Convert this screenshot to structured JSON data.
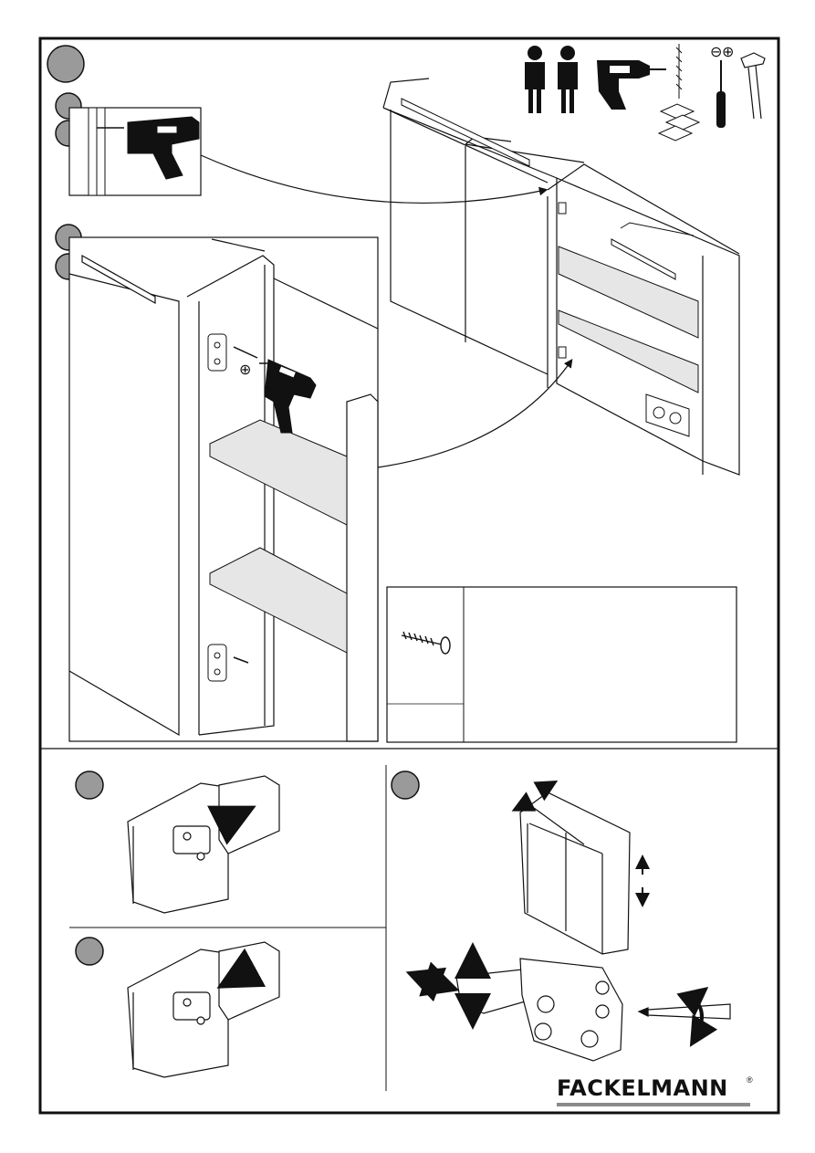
{
  "document": {
    "type": "assembly-instruction-page",
    "brand": {
      "name": "FACKELMANN",
      "registered_mark": "®",
      "bar_color": "#8a8a8a"
    },
    "step_badges": [
      {
        "id": "main-step",
        "label": ""
      },
      {
        "id": "sub-step-a1",
        "label": ""
      },
      {
        "id": "sub-step-a2",
        "label": ""
      },
      {
        "id": "sub-step-b1",
        "label": ""
      },
      {
        "id": "sub-step-b2",
        "label": ""
      },
      {
        "id": "hinge-step-1",
        "label": ""
      },
      {
        "id": "hinge-step-2",
        "label": ""
      },
      {
        "id": "adjust-step",
        "label": ""
      }
    ],
    "tools": [
      "two-persons-icon",
      "power-drill-icon",
      "masonry-drill-bit-icon",
      "brick-wall-icon",
      "screwdriver-icon",
      "hammer-icon"
    ],
    "tool_symbols": {
      "minus": "⊖",
      "plus": "⊕"
    },
    "parts_table": {
      "rows": [
        {
          "part": "screw-icon",
          "quantity": "",
          "description": ""
        }
      ]
    },
    "colors": {
      "line": "#1a1a1a",
      "badge": "#9a9a9a",
      "panel": "#e6e6e6"
    }
  }
}
